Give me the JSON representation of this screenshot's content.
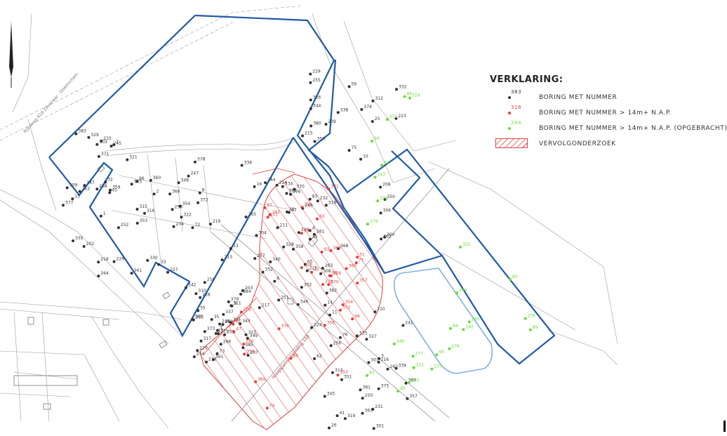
{
  "legend": {
    "title": "VERKLARING:",
    "items": [
      {
        "sample": "383",
        "color": "#333333",
        "label": "BORING  MET  NUMMER"
      },
      {
        "sample": "316",
        "color": "#e53b3b",
        "label": "BORING  MET  NUMMER  >  14m+  N.A.P."
      },
      {
        "sample": "244",
        "color": "#66dd33",
        "label": "BORING  MET  NUMMER  >  14m+  N.A.P.  (OPGEBRACHT)"
      },
      {
        "sample": "",
        "color": "#e04040",
        "label": "VERVOLGONDERZOEK"
      }
    ]
  },
  "road_labels": [
    "Rijksweg A18 Zevenaar - Doetinchem",
    "Hoogspanningsleiding 150"
  ],
  "colors": {
    "boundary": "#1f5aa6",
    "hatch": "#e04040",
    "black_point": "#333333",
    "red_point": "#e53b3b",
    "green_point": "#66dd33",
    "pond": "#7fb2e5"
  },
  "boreholes": {
    "black": [
      "1",
      "2",
      "3",
      "4",
      "5",
      "6",
      "7",
      "8",
      "9",
      "10",
      "11",
      "14",
      "15",
      "16",
      "17",
      "25",
      "26",
      "31",
      "32",
      "33",
      "35",
      "39",
      "41",
      "43",
      "45",
      "53",
      "55",
      "56",
      "62",
      "65",
      "66",
      "72",
      "73",
      "75",
      "76",
      "83",
      "202",
      "203",
      "207",
      "208",
      "210",
      "211",
      "212",
      "213",
      "214",
      "215",
      "216",
      "217",
      "218",
      "219",
      "220",
      "223",
      "224",
      "225",
      "226",
      "227",
      "228",
      "229",
      "231",
      "232",
      "233",
      "234",
      "235",
      "239",
      "241",
      "244",
      "245",
      "247",
      "248",
      "249",
      "250",
      "251",
      "252",
      "253",
      "254",
      "255",
      "256",
      "257",
      "258",
      "259",
      "260",
      "261",
      "262",
      "263",
      "264",
      "265",
      "266",
      "300",
      "301",
      "302",
      "303",
      "304",
      "305",
      "306",
      "307",
      "308",
      "309",
      "310",
      "311",
      "312",
      "313",
      "314",
      "315",
      "316",
      "317",
      "318",
      "319",
      "320",
      "321",
      "322",
      "323",
      "326",
      "327",
      "328",
      "329",
      "330",
      "331",
      "332",
      "333",
      "334",
      "335",
      "336",
      "337",
      "338",
      "339",
      "340",
      "341",
      "342",
      "343",
      "344",
      "345",
      "346",
      "347",
      "348",
      "349",
      "350",
      "351",
      "352",
      "353",
      "354",
      "355",
      "356",
      "357",
      "358",
      "359",
      "360",
      "361",
      "362",
      "363",
      "364",
      "365",
      "366",
      "367",
      "368",
      "369",
      "370",
      "371",
      "372",
      "373",
      "374",
      "375",
      "376",
      "377",
      "378",
      "379",
      "380",
      "381",
      "382",
      "383",
      "384",
      "385"
    ],
    "red": [
      "42",
      "47",
      "51",
      "60",
      "74",
      "77",
      "93",
      "95",
      "96",
      "97",
      "98",
      "99",
      "101",
      "102",
      "316",
      "342",
      "350",
      "351",
      "352",
      "353",
      "354",
      "355",
      "356",
      "357",
      "358",
      "359",
      "366",
      "368",
      "369",
      "370",
      "371",
      "376",
      "378"
    ],
    "green": [
      "80",
      "81",
      "82",
      "84",
      "85",
      "86",
      "89",
      "90",
      "94",
      "236",
      "237",
      "238",
      "240",
      "242",
      "243",
      "244",
      "246",
      "275",
      "276",
      "277",
      "279",
      "280",
      "321",
      "324",
      "325"
    ]
  }
}
